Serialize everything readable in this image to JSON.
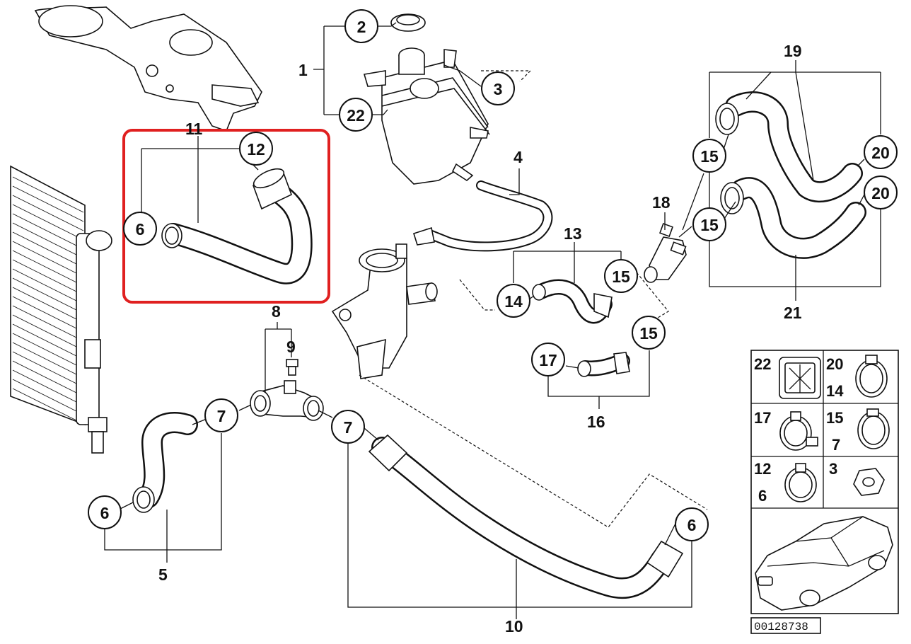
{
  "diagram": {
    "parts": {
      "p1": "1",
      "p2": "2",
      "p3": "3",
      "p4": "4",
      "p5": "5",
      "p6": "6",
      "p7": "7",
      "p8": "8",
      "p9": "9",
      "p10": "10",
      "p11": "11",
      "p12": "12",
      "p13": "13",
      "p14": "14",
      "p15": "15",
      "p16": "16",
      "p17": "17",
      "p18": "18",
      "p19": "19",
      "p20": "20",
      "p21": "21",
      "p22": "22"
    },
    "reference_number": "00128738",
    "highlight_color": "#e02020",
    "line_color": "#111111"
  }
}
